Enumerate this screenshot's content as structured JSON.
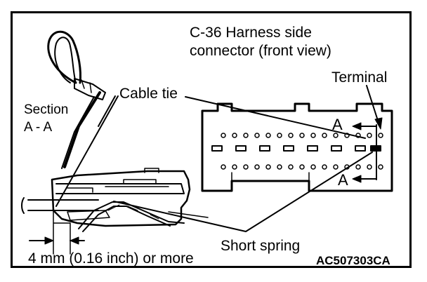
{
  "labels": {
    "title_line1": "C-36 Harness side",
    "title_line2": "connector (front view)",
    "terminal": "Terminal",
    "section_line1": "Section",
    "section_line2": "A - A",
    "cable_tie": "Cable tie",
    "section_marker_top": "A",
    "section_marker_bottom": "A",
    "short_spring": "Short spring",
    "dimension": "4 mm (0.16 inch) or more",
    "figure_code": "AC507303CA"
  },
  "colors": {
    "ink": "#000000",
    "paper": "#ffffff"
  }
}
